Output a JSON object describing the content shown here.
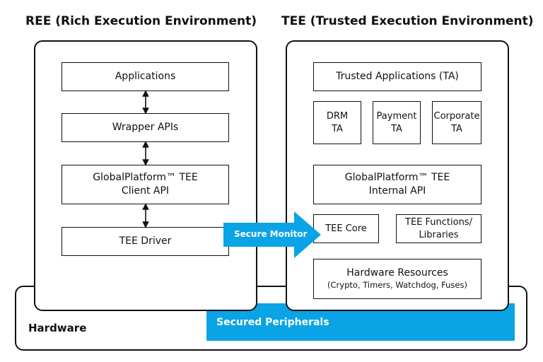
{
  "titles": {
    "ree": "REE (Rich Execution Environment)",
    "tee": "TEE (Trusted Execution Environment)"
  },
  "ree": {
    "applications": "Applications",
    "wrapper_apis": "Wrapper APIs",
    "client_api": "GlobalPlatform™ TEE\nClient API",
    "tee_driver": "TEE Driver"
  },
  "tee": {
    "trusted_apps": "Trusted Applications (TA)",
    "drm_ta": "DRM\nTA",
    "payment_ta": "Payment\nTA",
    "corporate_ta": "Corporate\nTA",
    "internal_api": "GlobalPlatform™ TEE\nInternal API",
    "tee_core": "TEE Core",
    "tee_functions": "TEE Functions/\nLibraries",
    "hw_resources_title": "Hardware Resources",
    "hw_resources_sub": "(Crypto, Timers, Watchdog, Fuses)"
  },
  "hardware": {
    "label": "Hardware",
    "secured_peripherals": "Secured Peripherals"
  },
  "secure_monitor": {
    "label": "Secure Monitor"
  },
  "colors": {
    "accent_blue": "#0aa3e6",
    "outline": "#111111"
  },
  "icons": {
    "connector": "double-headed-arrow",
    "secure_monitor": "right-arrow"
  }
}
